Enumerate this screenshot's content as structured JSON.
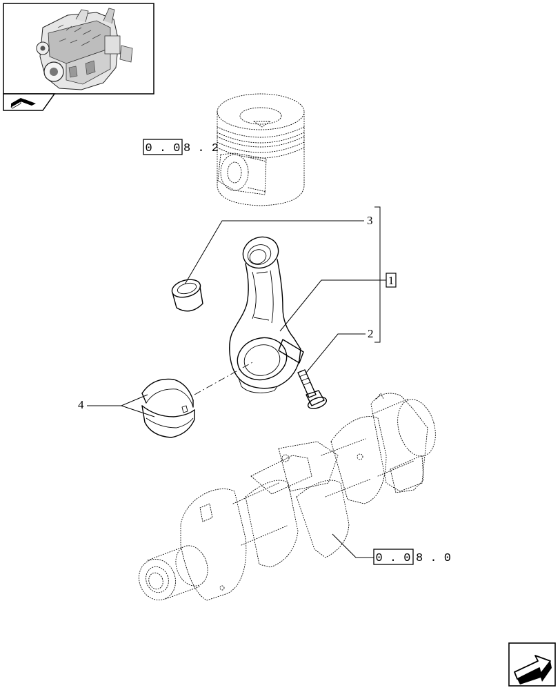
{
  "labels": {
    "part_3": "3",
    "part_1": "1",
    "part_2": "2",
    "part_4": "4"
  },
  "references": {
    "piston": {
      "boxed": "0 . 0",
      "suffix": "8 . 2"
    },
    "crankshaft": {
      "boxed": "0 . 0",
      "suffix": "8 . 0"
    }
  },
  "icons": {
    "engine_thumbnail": "engine-thumbnail-icon",
    "book": "book-icon",
    "next_page": "next-page-arrow-icon"
  },
  "colors": {
    "line": "#000000",
    "background": "#ffffff"
  }
}
